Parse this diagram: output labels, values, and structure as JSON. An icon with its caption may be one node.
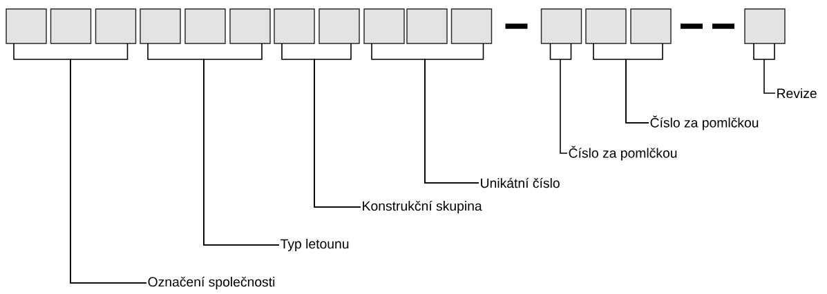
{
  "diagram": {
    "nodes": [
      {
        "text": [],
        "shape": "box"
      },
      {
        "text": [],
        "shape": "box"
      },
      {
        "text": [],
        "shape": "box"
      },
      {
        "text": [],
        "shape": "box"
      },
      {
        "text": [],
        "shape": "box"
      },
      {
        "text": [],
        "shape": "box"
      },
      {
        "text": [],
        "shape": "box"
      },
      {
        "text": [],
        "shape": "box"
      },
      {
        "text": [],
        "shape": "box"
      },
      {
        "text": [],
        "shape": "box"
      },
      {
        "text": [],
        "shape": "box"
      },
      {
        "text": [],
        "shape": "box"
      },
      {
        "text": [],
        "shape": "box"
      },
      {
        "text": [],
        "shape": "box"
      },
      {
        "text": [],
        "shape": "box"
      },
      {
        "text": [
          "Revize"
        ]
      },
      {
        "text": [
          "Číslo za pomlčkou"
        ]
      },
      {
        "text": [
          "Číslo za pomlčkou"
        ]
      },
      {
        "text": [
          "Unikátní číslo"
        ]
      },
      {
        "text": [
          "Konstrukční skupina"
        ]
      },
      {
        "text": [
          "Typ letounu"
        ]
      },
      {
        "text": [
          "Označení společnosti"
        ]
      }
    ],
    "edges": [
      {
        "from": 21,
        "to": 0,
        "arrow": "none"
      },
      {
        "from": 21,
        "to": 2,
        "arrow": "none"
      },
      {
        "from": 20,
        "to": 3,
        "arrow": "none"
      },
      {
        "from": 20,
        "to": 5,
        "arrow": "none"
      },
      {
        "from": 19,
        "to": 6,
        "arrow": "none"
      },
      {
        "from": 19,
        "to": 7,
        "arrow": "none"
      },
      {
        "from": 18,
        "to": 8,
        "arrow": "none"
      },
      {
        "from": 18,
        "to": 10,
        "arrow": "none"
      },
      {
        "from": 17,
        "to": 11,
        "arrow": "none"
      },
      {
        "from": 16,
        "to": 12,
        "arrow": "none"
      },
      {
        "from": 16,
        "to": 13,
        "arrow": "none"
      },
      {
        "from": 15,
        "to": 14,
        "arrow": "none"
      }
    ]
  }
}
